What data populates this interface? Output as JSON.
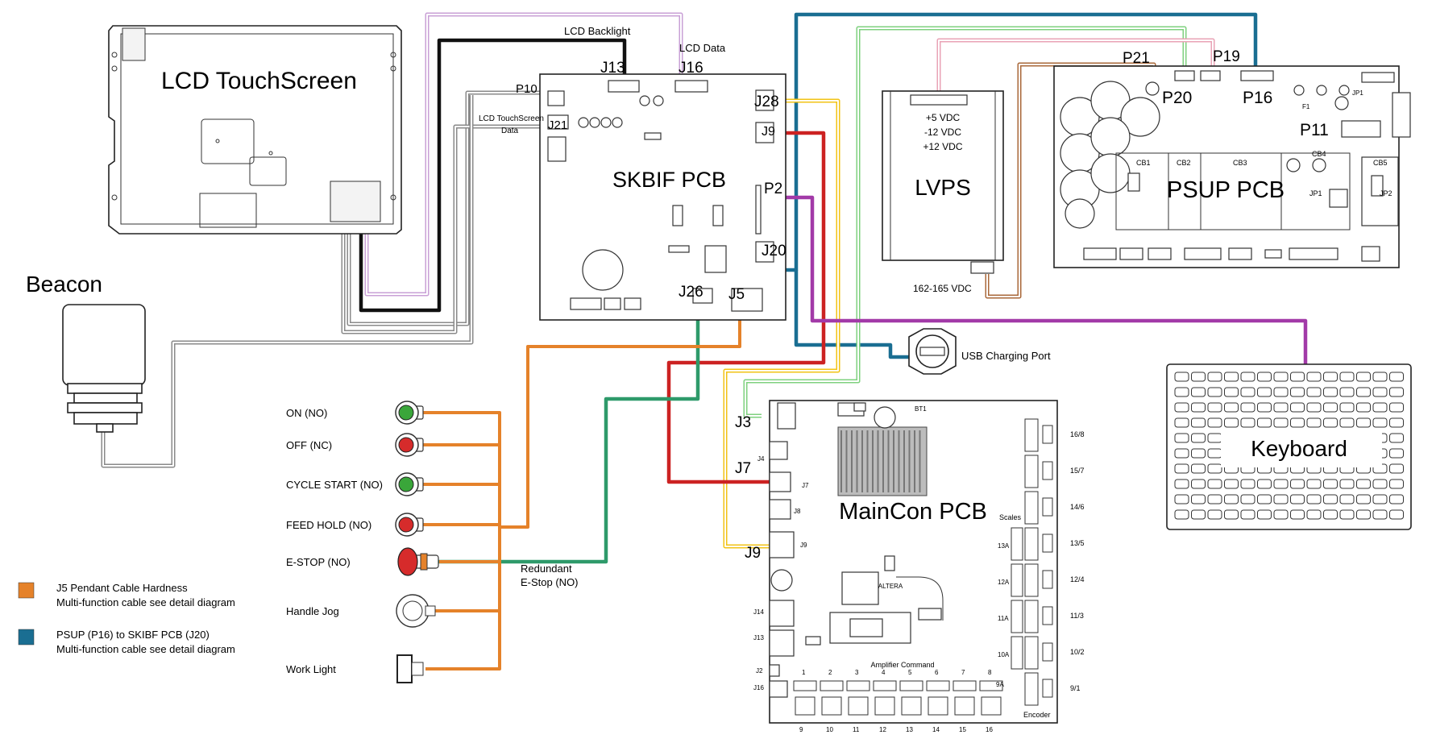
{
  "components": {
    "lcd": "LCD TouchScreen",
    "skbif": "SKBIF PCB",
    "lvps": "LVPS",
    "psup": "PSUP PCB",
    "maincon": "MainCon PCB",
    "keyboard": "Keyboard",
    "beacon": "Beacon"
  },
  "wire_labels": {
    "lcd_backlight": "LCD Backlight",
    "lcd_data": "LCD Data",
    "lcd_touch_data_1": "LCD TouchScreen",
    "lcd_touch_data_2": "Data",
    "usb": "USB Charging Port",
    "redundant_1": "Redundant",
    "redundant_2": "E-Stop (NO)"
  },
  "connectors": {
    "j13": "J13",
    "j16": "J16",
    "p10": "P10",
    "j21": "J21",
    "j28": "J28",
    "j9": "J9",
    "p2": "P2",
    "j20": "J20",
    "j26": "J26",
    "j5": "J5",
    "p21": "P21",
    "p19": "P19",
    "p20": "P20",
    "p16": "P16",
    "p11": "P11",
    "j3": "J3",
    "j7": "J7",
    "j9b": "J9"
  },
  "lvps_voltages": [
    "+5 VDC",
    "-12 VDC",
    "+12 VDC"
  ],
  "lvps_input": "162-165 VDC",
  "psup_small": {
    "cb1": "CB1",
    "cb2": "CB2",
    "cb3": "CB3",
    "cb4": "CB4",
    "cb5": "CB5",
    "jp1": "JP1",
    "jp2": "JP2",
    "f1": "F1",
    "jp1_top": "JP1"
  },
  "maincon_small": {
    "bt1": "BT1",
    "j4": "J4",
    "j7s": "J7",
    "j8": "J8",
    "j9s": "J9",
    "j14": "J14",
    "j13": "J13",
    "j2": "J2",
    "j16": "J16",
    "altera": "ALTERA",
    "amp_title": "Amplifier Command",
    "encoder": "Encoder",
    "scales": "Scales",
    "amp_top": [
      "1",
      "2",
      "3",
      "4",
      "5",
      "6",
      "7",
      "8"
    ],
    "amp_bottom": [
      "9",
      "10",
      "11",
      "12",
      "13",
      "14",
      "15",
      "16"
    ],
    "ninea": "9A",
    "right_labels": [
      "16/8",
      "15/7",
      "14/6",
      "13/5",
      "12/4",
      "11/3",
      "10/2",
      "9/1"
    ],
    "left_labels": [
      "13A",
      "12A",
      "11A",
      "10A"
    ]
  },
  "pendant_controls": [
    {
      "label": "ON (NO)",
      "kind": "button",
      "color": "#3aa63a"
    },
    {
      "label": "OFF (NC)",
      "kind": "button",
      "color": "#d62b2b"
    },
    {
      "label": "CYCLE START (NO)",
      "kind": "button",
      "color": "#3aa63a"
    },
    {
      "label": "FEED HOLD (NO)",
      "kind": "button",
      "color": "#d62b2b"
    },
    {
      "label": "E-STOP (NO)",
      "kind": "estop",
      "color": "#d62b2b"
    },
    {
      "label": "Handle Jog",
      "kind": "jog",
      "color": "#ffffff"
    },
    {
      "label": "Work Light",
      "kind": "switch",
      "color": "#ffffff"
    }
  ],
  "legend": [
    {
      "color": "#e5822a",
      "line1": "J5 Pendant Cable Hardness",
      "line2": "Multi-function cable see detail diagram"
    },
    {
      "color": "#1a6e92",
      "line1": "PSUP (P16) to SKIBF PCB (J20)",
      "line2": "Multi-function cable see detail diagram"
    }
  ],
  "wire_colors": {
    "orange": "#e5822a",
    "blue": "#1a6e92",
    "green": "#2e9a6a",
    "lightgreen": "#7fd17f",
    "pink": "#e9a3b6",
    "lavender": "#c9a0d6",
    "black": "#111111",
    "gray": "#8a8a8a",
    "red": "#cc2222",
    "yellow": "#f2c316",
    "purple": "#a23aa8",
    "brown": "#a9683a"
  }
}
